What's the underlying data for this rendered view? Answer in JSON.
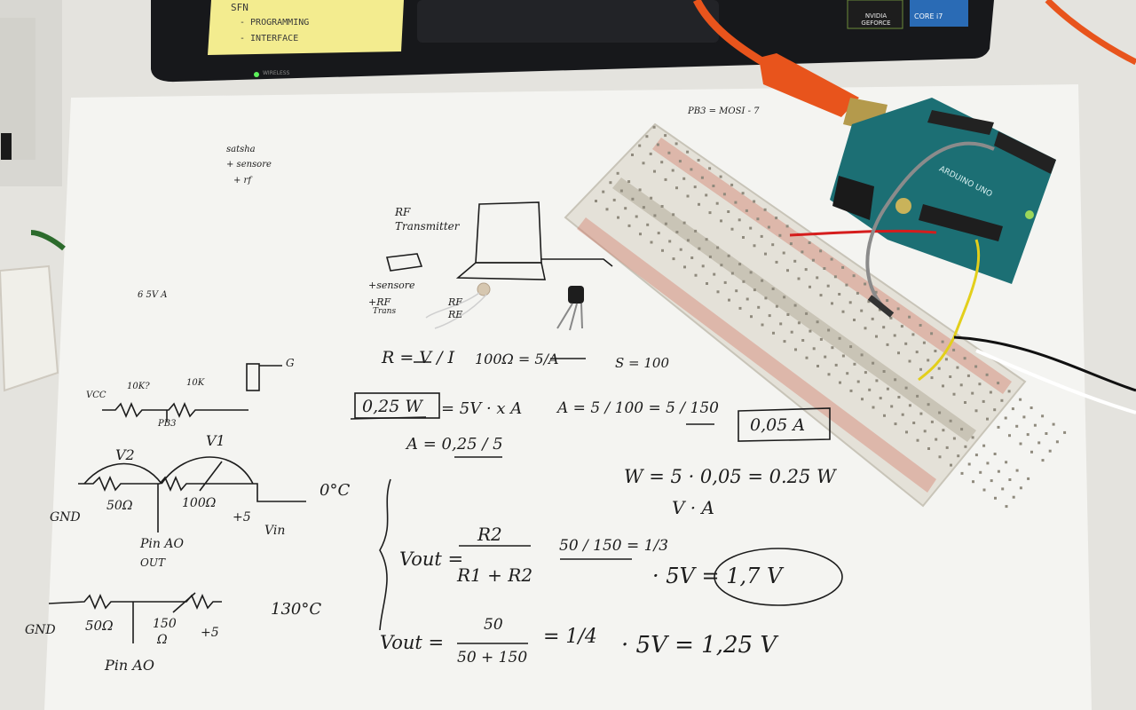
{
  "colors": {
    "table": "#e4e3de",
    "paper": "#f4f4f1",
    "laptop": "#17181b",
    "sticky": "#f3ec8f",
    "cable": "#e8541c",
    "arduino": "#1c6f74",
    "breadboard": "#e4e1d8",
    "wire_red": "#d51d1d",
    "wire_yellow": "#e3cf1b",
    "wire_gray": "#8b8b8b",
    "ink": "#1c1c1c"
  },
  "icons": [
    "laptop",
    "sticky-note",
    "usb-cable",
    "arduino-board",
    "breadboard",
    "mini-breadboard",
    "transistor",
    "photoresistor"
  ],
  "sticky_note": {
    "line1": "SFN",
    "line2": "- PROGRAMMING",
    "line3": "- INTERFACE"
  },
  "laptop": {
    "status_label": "WIRELESS",
    "sticker_nvidia": "NVIDIA GEFORCE",
    "sticker_intel": "CORE i7"
  },
  "arduino": {
    "label": "ARDUINO UNO"
  },
  "notes": {
    "pin_note": "PB3 = MOSI - 7",
    "todo1": "satsha",
    "todo2": "+ sensore",
    "todo3": "+ rf",
    "misc": "6 5V A",
    "rf_label1": "RF",
    "rf_label2": "Transmitter",
    "sensore": "+sensore",
    "rf_trans1": "+RF",
    "rf_trans2": "Trans",
    "rf_re1": "RF",
    "rf_re2": "RE",
    "ohm_law": "R = V / I",
    "calc1": "100Ω = 5/A",
    "calc2": "S = 100",
    "power_box": "0,25 W",
    "power_eq": "= 5V · x A",
    "current_eq": "A = 5 / 100 = 5 / 150",
    "current_box": "0,05 A",
    "a_eq": "A = 0,25 / 5",
    "w_eq": "W = 5 · 0,05 = 0.25 W",
    "va": "V · A",
    "vout_label1": "Vout =",
    "vout_frac_num": "R2",
    "vout_frac_den": "R1 + R2",
    "vout_mid": "50 / 150 = 1/3",
    "vout_result": "· 5V = 1,7 V",
    "vout_label2": "Vout =",
    "vout2_frac_num": "50",
    "vout2_frac_den": "50 + 150",
    "vout2_mid": "= 1/4",
    "vout2_result": "· 5V = 1,25 V",
    "schem_vcc": "VCC",
    "schem_10k1": "10K?",
    "schem_10k2": "10K",
    "schem_g": "G",
    "schem_pb3": "PB3",
    "schem_v2": "V2",
    "schem_v1": "V1",
    "schem_gnd1": "GND",
    "schem_50": "50Ω",
    "schem_100": "100Ω",
    "schem_plus5": "+5",
    "schem_vin": "Vin",
    "schem_temp0": "0°C",
    "schem_pinao": "Pin AO",
    "schem_out": "OUT",
    "schem_gnd2": "GND",
    "schem_50b": "50Ω",
    "schem_150": "150",
    "schem_omega": "Ω",
    "schem_plus5b": "+5",
    "schem_temp130": "130°C",
    "schem_pinao2": "Pin AO"
  }
}
